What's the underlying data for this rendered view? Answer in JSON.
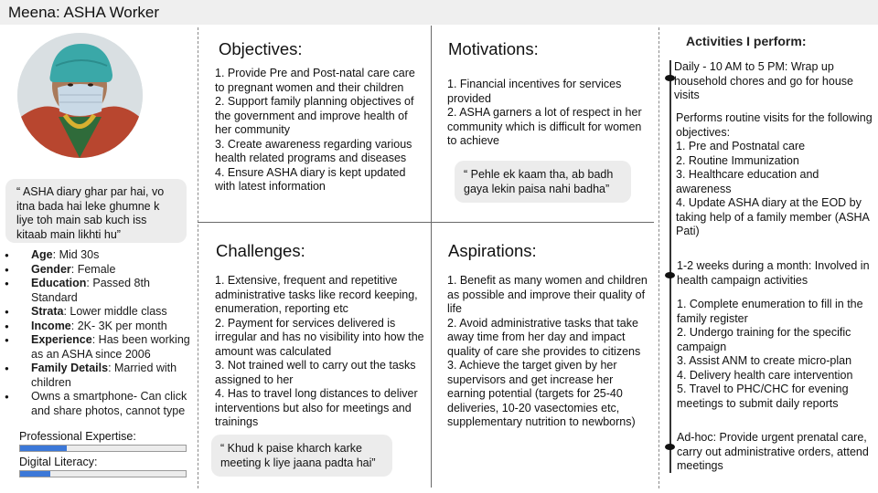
{
  "header": {
    "title": "Meena: ASHA Worker"
  },
  "quote_main": "“ ASHA diary ghar par hai, vo itna bada hai leke ghumne k liye toh main sab kuch iss kitaab main likhti hu”",
  "profile": [
    {
      "label": "Age",
      "value": ": Mid 30s"
    },
    {
      "label": "Gender",
      "value": ": Female"
    },
    {
      "label": "Education",
      "value": ": Passed 8th Standard"
    },
    {
      "label": "Strata",
      "value": ": Lower middle class"
    },
    {
      "label": "Income",
      "value": ": 2K- 3K per month"
    },
    {
      "label": "Experience",
      "value": ": Has been working as an ASHA since 2006"
    },
    {
      "label": "Family Details",
      "value": ": Married with children"
    },
    {
      "label": "",
      "value": "Owns a smartphone- Can click and share photos, cannot type"
    }
  ],
  "skills": [
    {
      "label": "Professional Expertise:",
      "level_percent": 28,
      "color": "#3c78d8"
    },
    {
      "label": "Digital Literacy:",
      "level_percent": 18,
      "color": "#3c78d8"
    }
  ],
  "objectives": {
    "heading": "Objectives:",
    "items": [
      "1. Provide Pre and Post-natal care care to pregnant women and their children",
      "2. Support family planning objectives of the government and improve health of her community",
      "3. Create awareness regarding various health related programs and diseases",
      "4. Ensure ASHA diary is kept updated with latest information"
    ]
  },
  "motivations": {
    "heading": "Motivations:",
    "items": [
      "1. Financial incentives for services provided",
      "2. ASHA garners a lot of respect in her community which is difficult for women to achieve"
    ],
    "quote": "“ Pehle ek kaam tha, ab badh gaya lekin paisa nahi badha”"
  },
  "challenges": {
    "heading": "Challenges:",
    "items": [
      "1. Extensive, frequent and repetitive administrative tasks like record keeping, enumeration, reporting etc",
      "2. Payment for services delivered is irregular and has no visibility into how the amount was calculated",
      "3. Not trained well to carry out the tasks assigned to her",
      "4. Has to travel long distances to deliver interventions but also for meetings and trainings"
    ],
    "quote": "“ Khud k paise kharch karke meeting k liye jaana padta hai”"
  },
  "aspirations": {
    "heading": "Aspirations:",
    "items": [
      "1. Benefit as many women and children as possible and improve their quality of life",
      "2. Avoid administrative tasks that take away time from her day and impact quality of care she provides to citizens",
      "3. Achieve the target given by her supervisors and get increase her earning potential (targets for 25-40 deliveries, 10-20 vasectomies etc, supplementary nutrition to newborns)"
    ]
  },
  "activities": {
    "heading": "Activities I perform:",
    "daily": "Daily - 10 AM to 5 PM: Wrap up household chores and go for house visits",
    "routine_intro": "Performs routine visits for the following objectives:",
    "routine_items": [
      "1. Pre and Postnatal care",
      "2. Routine Immunization",
      "3. Healthcare education and awareness",
      "4. Update ASHA diary at the EOD by taking help of a family member (ASHA Pati)"
    ],
    "monthly": "1-2 weeks during a month: Involved in health campaign activities",
    "campaign_items": [
      "1. Complete enumeration to fill in the family register",
      "2. Undergo training for the specific campaign",
      "3. Assist ANM to create micro-plan",
      "4. Delivery health care intervention",
      "5. Travel to PHC/CHC for evening meetings to submit daily reports"
    ],
    "adhoc": "Ad-hoc: Provide urgent prenatal care, carry out administrative orders, attend meetings"
  }
}
